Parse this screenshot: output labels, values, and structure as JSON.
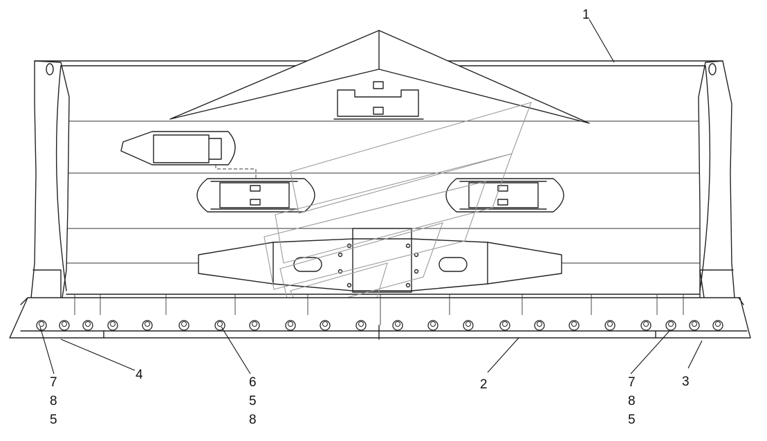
{
  "diagram": {
    "callouts": [
      {
        "id": "c1",
        "text": "1"
      },
      {
        "id": "c2",
        "text": "2"
      },
      {
        "id": "c3",
        "text": "3"
      },
      {
        "id": "c4",
        "text": "4"
      },
      {
        "id": "left_stack",
        "lines": [
          "7",
          "8",
          "5"
        ]
      },
      {
        "id": "mid_stack",
        "lines": [
          "6",
          "5",
          "8"
        ]
      },
      {
        "id": "right_stack",
        "lines": [
          "7",
          "8",
          "5"
        ]
      }
    ],
    "colors": {
      "line": "#222222",
      "watermark": "#9a9a9a",
      "background": "#ffffff"
    }
  }
}
